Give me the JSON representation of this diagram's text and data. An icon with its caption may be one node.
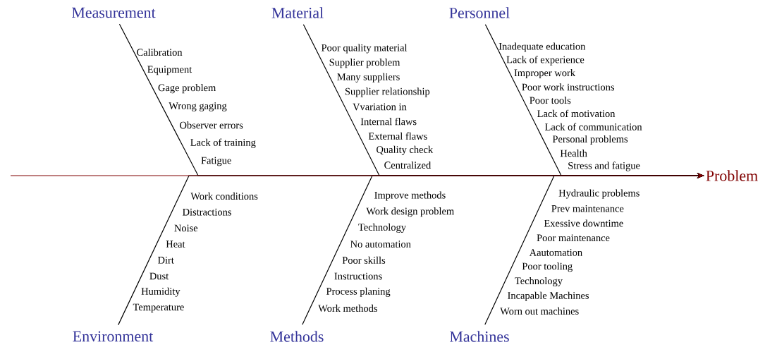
{
  "diagram": {
    "nodes": [
      {
        "text": [
          "Problem"
        ]
      },
      {
        "text": [
          "Measurement"
        ],
        "beside": [
          "Calibration",
          "Equipment",
          "Gage problem",
          "Wrong gaging",
          "Observer errors",
          "Lack of training",
          "Fatigue"
        ]
      },
      {
        "text": [
          "Material"
        ],
        "beside": [
          "Poor quality material",
          "Supplier problem",
          "Many suppliers",
          "Supplier relationship",
          "Vvariation in",
          "Internal flaws",
          "External flaws",
          "Quality check",
          "Centralized"
        ]
      },
      {
        "text": [
          "Personnel"
        ],
        "beside": [
          "Inadequate education",
          "Lack of experience",
          "Improper work",
          "Poor work instructions",
          "Poor tools",
          "Lack of motivation",
          "Lack of communication",
          "Personal problems",
          "Health",
          "Stress and fatigue"
        ]
      },
      {
        "text": [
          "Environment"
        ],
        "beside": [
          "Work conditions",
          "Distractions",
          "Noise",
          "Heat",
          "Dirt",
          "Dust",
          "Humidity",
          "Temperature"
        ]
      },
      {
        "text": [
          "Methods"
        ],
        "beside": [
          "Improve methods",
          "Work design problem",
          "Technology",
          "No automation",
          "Poor skills",
          "Instructions",
          "Process planing",
          "Work methods"
        ]
      },
      {
        "text": [
          "Machines"
        ],
        "beside": [
          "Hydraulic problems",
          "Prev maintenance",
          "Exessive downtime",
          "Poor maintenance",
          "Aautomation",
          "Poor tooling",
          "Technology",
          "Incapable Machines",
          "Worn out machines"
        ]
      }
    ],
    "edges": [
      {
        "from": 1,
        "to": 0,
        "arrow": "to"
      },
      {
        "from": 2,
        "to": 0,
        "arrow": "to"
      },
      {
        "from": 3,
        "to": 0,
        "arrow": "to"
      },
      {
        "from": 4,
        "to": 0,
        "arrow": "to"
      },
      {
        "from": 5,
        "to": 0,
        "arrow": "to"
      },
      {
        "from": 6,
        "to": 0,
        "arrow": "to"
      },
      {
        "from": null,
        "to": 0,
        "arrow": "to",
        "color": "#800000"
      }
    ]
  }
}
